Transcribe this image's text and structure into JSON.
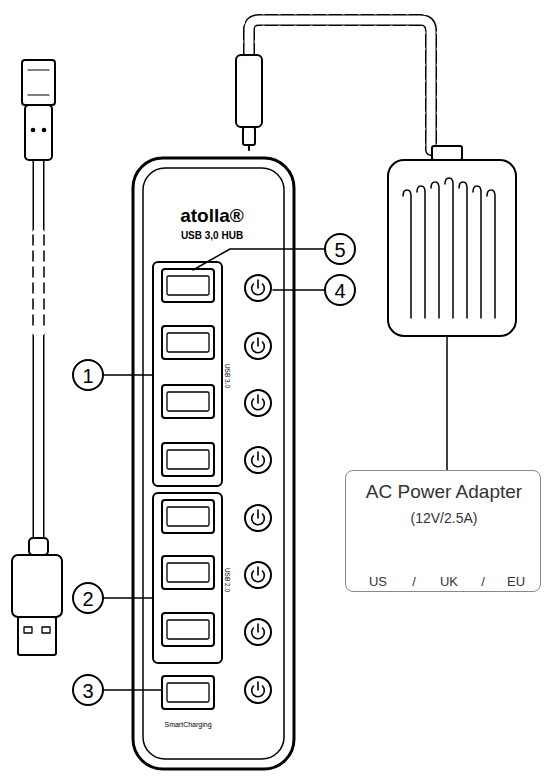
{
  "diagram": {
    "nodes": [
      {
        "text": [
          "atolla®",
          "USB 3,0 HUB",
          "USB 3.0",
          "USB 2.0",
          "SmartCharging"
        ]
      },
      {
        "text": [
          "AC Power Adapter",
          "(12V/2.5A)",
          "US",
          "/",
          "UK",
          "/",
          "EU"
        ]
      }
    ],
    "labels": [
      "5",
      "4",
      "1",
      "2",
      "3"
    ]
  }
}
